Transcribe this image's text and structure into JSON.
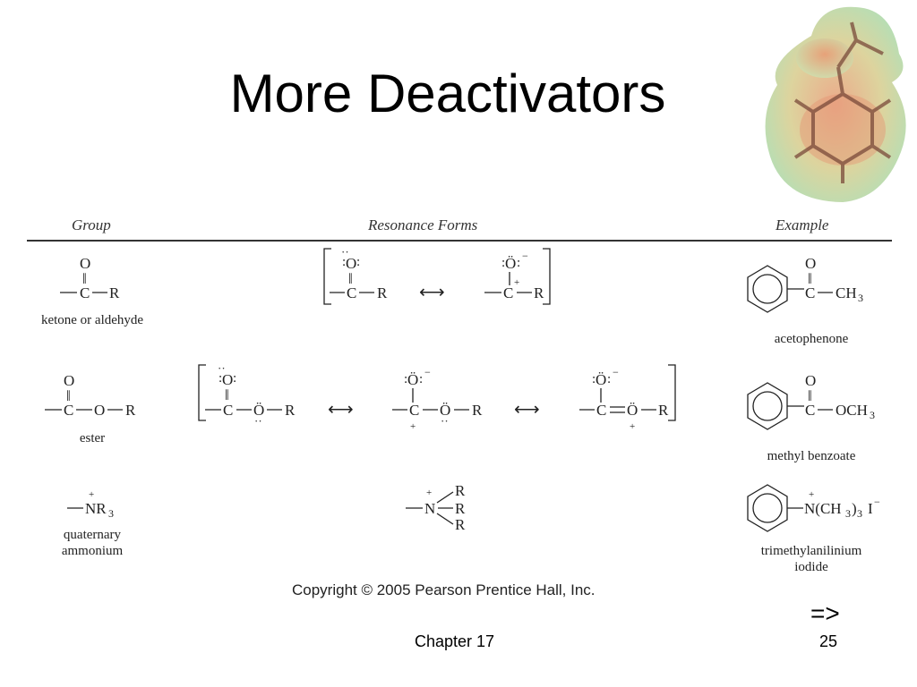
{
  "title": "More Deactivators",
  "table": {
    "headers": {
      "group": "Group",
      "resonance": "Resonance Forms",
      "example": "Example"
    },
    "rows": [
      {
        "group_caption": "ketone or aldehyde",
        "example_caption": "acetophenone"
      },
      {
        "group_caption": "ester",
        "example_caption": "methyl benzoate"
      },
      {
        "group_caption_l1": "quaternary",
        "group_caption_l2": "ammonium",
        "example_caption_l1": "trimethylanilinium",
        "example_caption_l2": "iodide"
      }
    ]
  },
  "copyright": "Copyright © 2005 Pearson Prentice Hall, Inc.",
  "footer": {
    "chapter": "Chapter 17",
    "page": "25",
    "next_arrow": "=>"
  },
  "chem_labels": {
    "O": "O",
    "C": "C",
    "R": "R",
    "dash": "—",
    "double_bond": "‖",
    "single_bond": "|",
    "lone_O": "Ö",
    "two_dots": "··",
    "colon": ":",
    "plus": "+",
    "minus": "−",
    "resonance_arrow": "⟷",
    "NR3": "NR",
    "N": "N",
    "sub3": "3",
    "CH3": "CH",
    "OCH3": "OCH",
    "NCH33": "N(CH",
    "paren_close": ")",
    "iodide": "I",
    "equals": "═"
  }
}
